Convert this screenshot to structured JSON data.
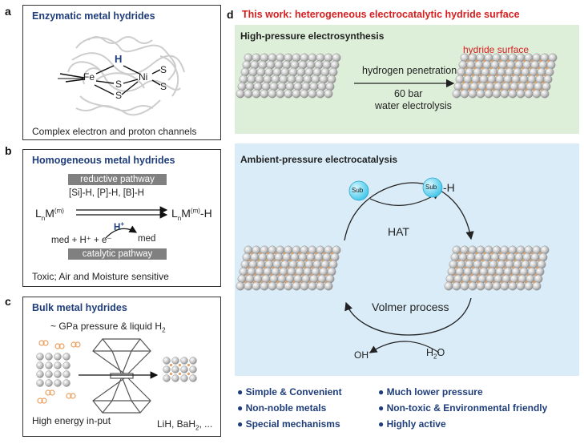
{
  "panel_a": {
    "label": "a",
    "title": "Enzymatic metal hydrides",
    "caption": "Complex electron and proton channels",
    "atoms": {
      "fe": "Fe",
      "ni": "Ni",
      "h": "H",
      "s": "S"
    }
  },
  "panel_b": {
    "label": "b",
    "title": "Homogeneous metal hydrides",
    "reductive": "reductive pathway",
    "reagents": "[Si]-H, [P]-H, [B]-H",
    "left_species": "L",
    "left_sub": "n",
    "left_m": "M",
    "sup": "(m)",
    "right_tail": "-H",
    "hplus": "H",
    "hplus_sup": "+",
    "med_left": "med + H⁺ + e⁻",
    "med_right": "med",
    "catalytic": "catalytic pathway",
    "caption": "Toxic; Air and Moisture sensitive"
  },
  "panel_c": {
    "label": "c",
    "title": "Bulk metal hydrides",
    "conditions_pre": "~ GPa pressure & liquid H",
    "conditions_sub": "2",
    "products_pre": "LiH, BaH",
    "products_sub": "2",
    "products_post": ", ...",
    "caption": "High energy in-put"
  },
  "panel_d": {
    "label": "d",
    "headline": "This work:  heterogeneous electrocatalytic hydride surface",
    "high_pressure": {
      "title": "High-pressure electrosynthesis",
      "arrow_top": "hydrogen penetration",
      "arrow_bottom_1": "60 bar",
      "arrow_bottom_2": "water electrolysis",
      "product": "hydride surface"
    },
    "ambient": {
      "title": "Ambient-pressure electrocatalysis",
      "sub": "Sub",
      "sub_h_tail": "-H",
      "hat": "HAT",
      "volmer": "Volmer process",
      "oh": "OH",
      "oh_sup": "-",
      "h2o_pre": "H",
      "h2o_sub": "2",
      "h2o_post": "O"
    },
    "features_left": [
      "Simple & Convenient",
      "Non-noble metals",
      "Special mechanisms"
    ],
    "features_right": [
      "Much lower pressure",
      "Non-toxic & Environmental friendly",
      "Highly active"
    ]
  },
  "colors": {
    "title_blue": "#1f3d7a",
    "headline_red": "#d62020",
    "orange": "#e8a060",
    "green_bg": "#ddefd9",
    "blue_bg": "#d9ecf8",
    "sub_cyan": "#5fd4ee"
  }
}
